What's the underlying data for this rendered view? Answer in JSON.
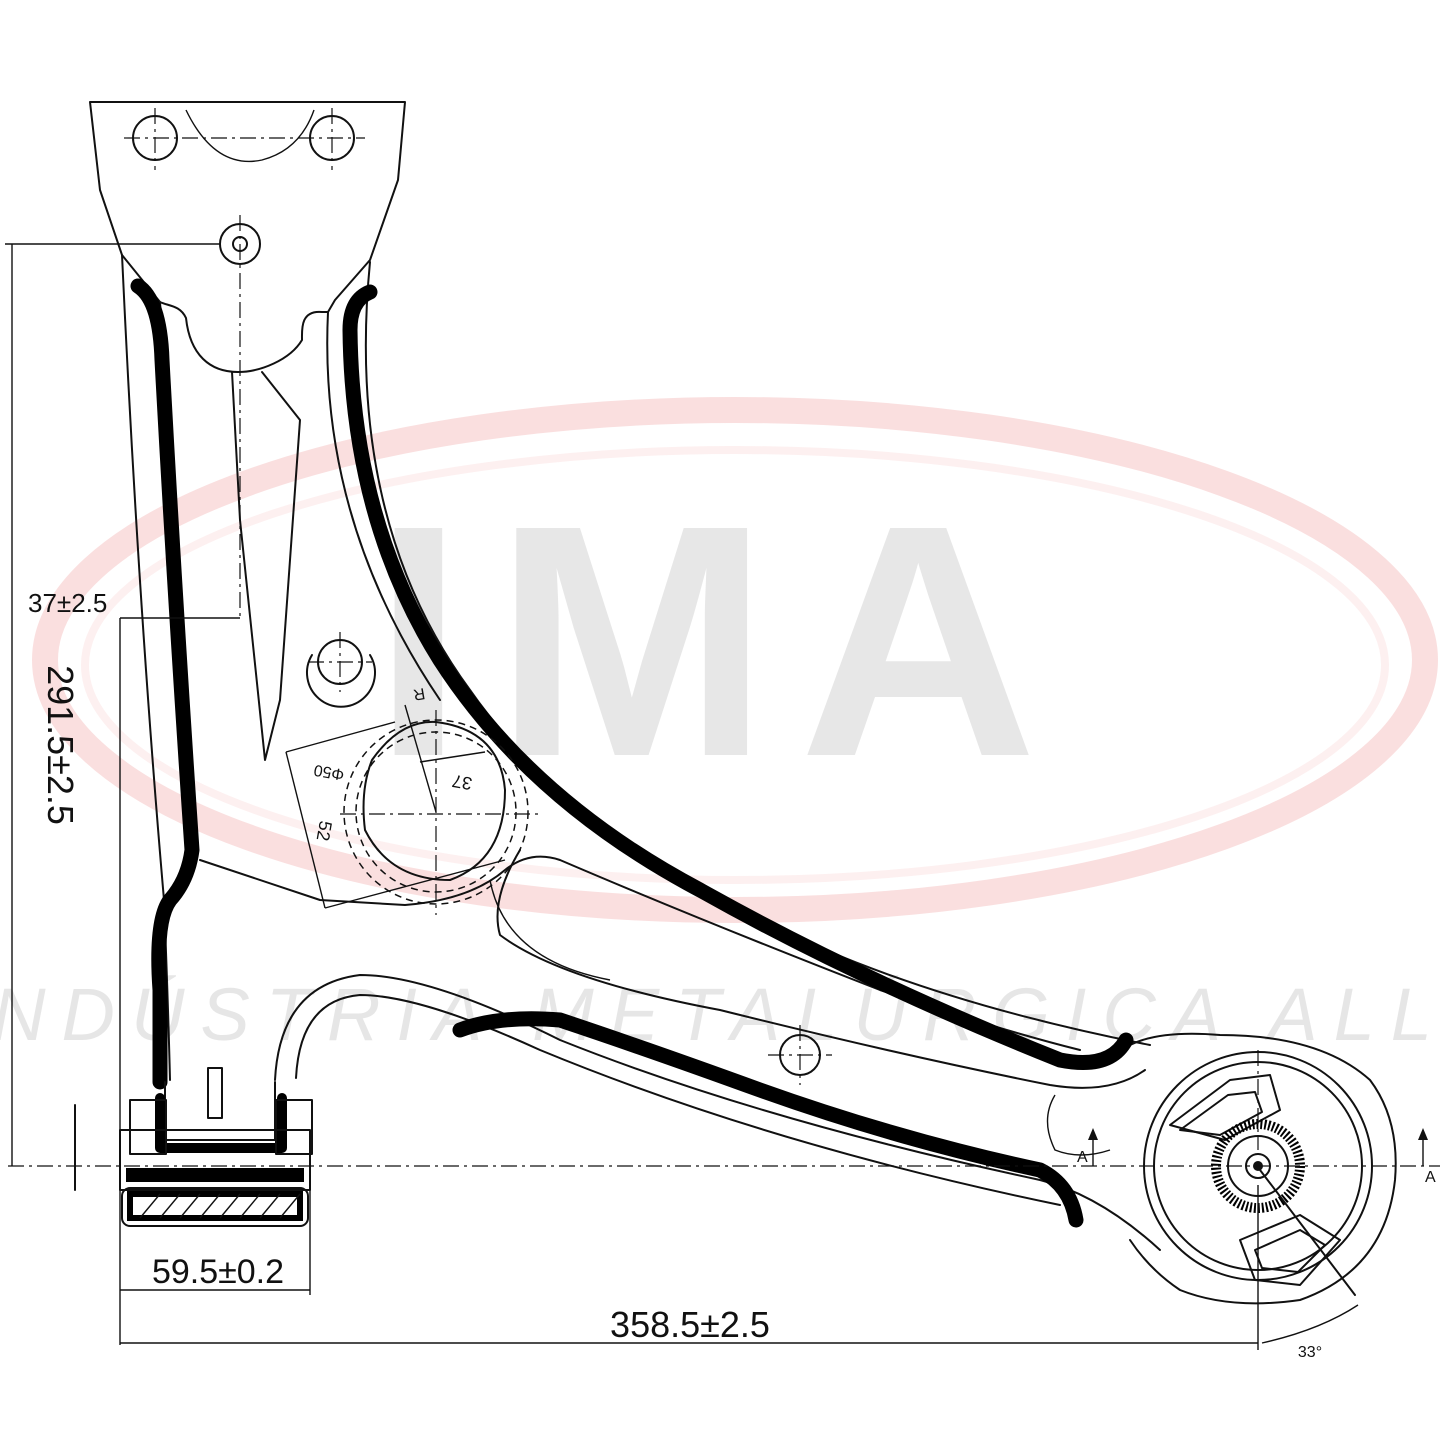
{
  "watermark": {
    "logo_text": "IMA",
    "company": "INDÚSTRIA METALÚRGICA ALLI",
    "colors": {
      "ring": "#e23a3a",
      "letters": "#d4d4d4",
      "company": "#e2e2e2"
    }
  },
  "dimensions": {
    "height": "291.5±2.5",
    "offset": "37±2.5",
    "bushing_width": "59.5±0.2",
    "overall_length": "358.5±2.5",
    "angle": "33°"
  },
  "annotations": {
    "radius_label": "R",
    "diameter_label": "Φ50",
    "dim_37": "37",
    "dim_52": "52",
    "section_left": "A",
    "section_right": "A"
  }
}
